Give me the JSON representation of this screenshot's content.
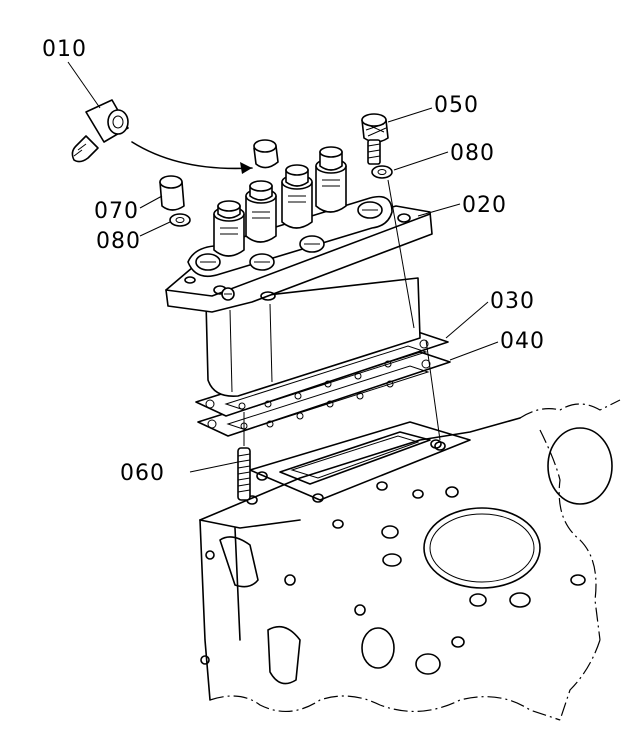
{
  "diagram": {
    "parts": [
      {
        "id": "p010",
        "number": "010"
      },
      {
        "id": "p020",
        "number": "020"
      },
      {
        "id": "p030",
        "number": "030"
      },
      {
        "id": "p040",
        "number": "040"
      },
      {
        "id": "p050",
        "number": "050"
      },
      {
        "id": "p060",
        "number": "060"
      },
      {
        "id": "p070",
        "number": "070"
      },
      {
        "id": "p080a",
        "number": "080"
      },
      {
        "id": "p080b",
        "number": "080"
      }
    ]
  }
}
